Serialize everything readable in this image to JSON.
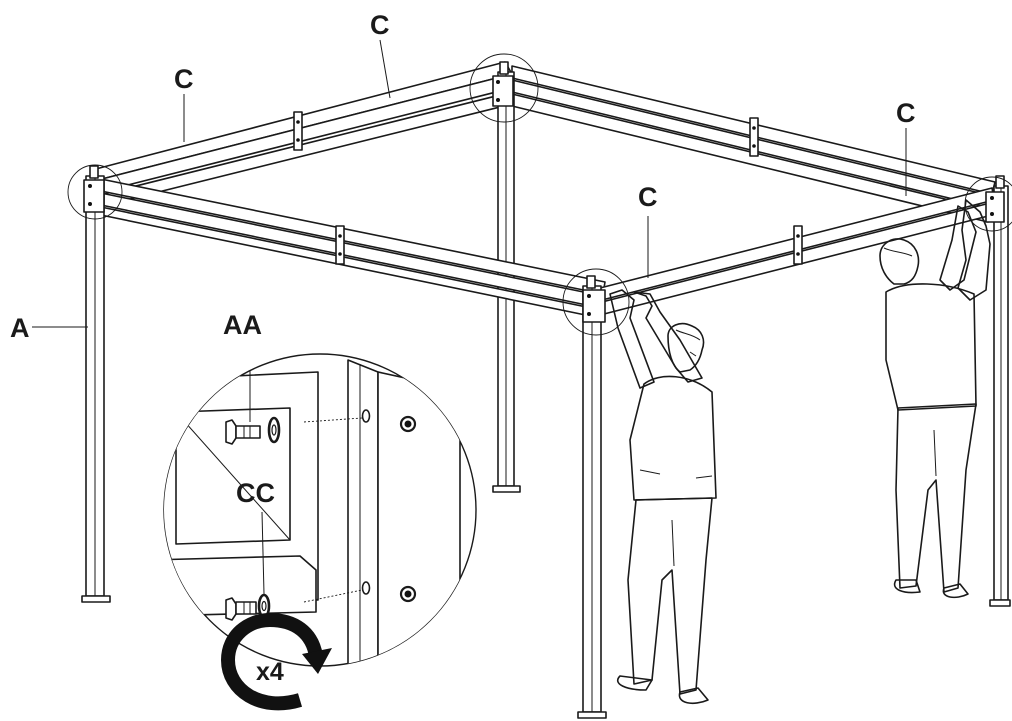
{
  "labels": {
    "part_a": "A",
    "beam_c": "C",
    "bolt_aa": "AA",
    "washer_cc": "CC",
    "repeat_count": "x4"
  }
}
